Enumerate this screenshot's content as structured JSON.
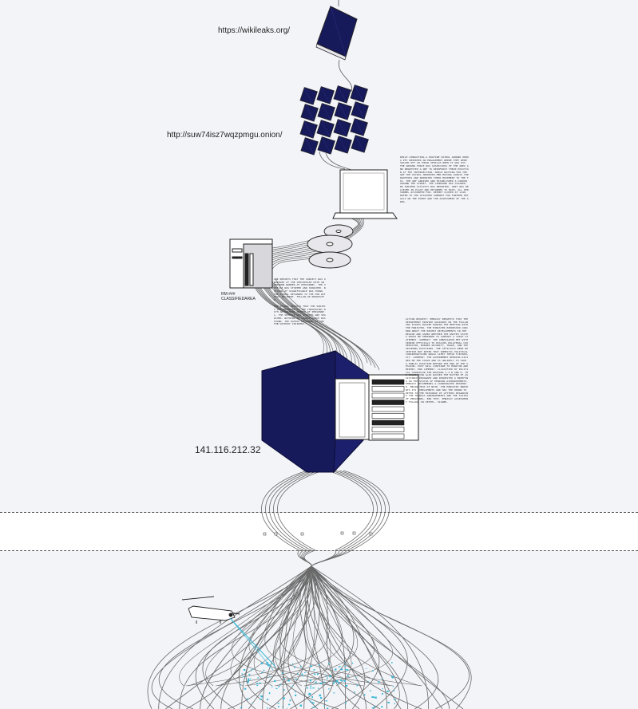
{
  "labels": {
    "wikileaks_url": "https://wikileaks.org/",
    "onion_url": "http://suw74isz7wqzpmgu.onion/",
    "ip_address": "141.116.212.32",
    "room_line1": "RM ###",
    "room_line2": "CLASSIFIEDAREA"
  },
  "texts": {
    "laptop_notes": "WHILE CONDUCTING A ROUTINE PATROL AROUND 0800 A PFC OBSERVED AN ENGAGEMENT WHERE THEY WERE SEALED OFF IN THEIR VEHICLE WHEN IT WAS HIT. THE GROUND FORCE WAS SUSPICIOUS OF THE AREA AND REQUESTED A QRF TO REINFORCE THEIR POSITION AT THE INTERSECTION. WHILE WAITING FOR THE QRF THE PATROL OBSERVED MEN MOVING ACROSS THE ROOFTOPS AND REPORTED THEIR MOVEMENT TO THE TOC. THE QRF ARRIVED AND ESTABLISHED A CORDON AROUND THE STREET. THE COMPOUND WAS CLEARED. NO FURTHER ACTIVITY WAS REPORTED. UNIT WAS RELIEVED IN PLACE AND RETURNED TO BASE. ALL PERSONNEL ACCOUNTED FOR. REPORT CLOSED AT 1140. REFER TO THE ATTACHED SUMMARY FOR FURTHER DETAILS ON THE EVENT AND THE ASSESSMENT OF THE AREA.",
    "server_notes_1": "ONE REPORTS THAT THE SUBJECT WAS OBSERVED AT THE CHECKPOINT WITH AN UNKNOWN NUMBER OF PERSONNEL. THE VEHICLE WAS STOPPED AND SEARCHED. NOTHING OF SIGNIFICANCE WAS FOUND. THE PATROL RETURNED TO THE FOB WITHOUT INCIDENT. FOLLOW-UP REQUESTED.",
    "server_notes_2": "THE PATROL REPORTS THAT THE SUBJECT WAS OBSERVED AT THE CHECKPOINT WITH AN UNKNOWN NUMBER OF PERSONNEL. THE VEHICLE WAS STOPPED AND SEARCHED. NOTHING OF SIGNIFICANCE WAS FOUND. THE PATROL RETURNED TO THE FOB WITHOUT INCIDENT.",
    "cable_notes": "ACTION REQUEST: EMBASSY REQUESTS THAT THE DEPARTMENT PROVIDE GUIDANCE ON THE FOLLOWING ISSUES RAISED DURING THE MEETING WITH THE MINISTER. THE MINISTER EXPRESSED CONCERN ABOUT THE RECENT DEVELOPMENTS IN THE REGION AND ASKED WHETHER THE UNITED STATES WOULD BE PREPARED TO SUPPORT A JOINT STATEMENT. SUMMARY: THE AMBASSADOR MET WITH SENIOR OFFICIALS TO DISCUSS BILATERAL COOPERATION, BORDER SECURITY, TRADE, AND THE UPCOMING ELECTIONS. THE OFFICIALS WERE RECEPTIVE BUT NOTED THAT DOMESTIC POLITICAL CONSIDERATIONS WOULD LIMIT THEIR FLEXIBILITY. COMMENT: THE GOVERNMENT REMAINS DIVIDED ON THE ISSUE AND IS UNLIKELY TO TAKE A PUBLIC POSITION BEFORE THE END OF THE SESSION. POST WILL CONTINUE TO MONITOR AND REPORT. END COMMENT. CLASSIFIED BY POLITICAL COUNSELOR FOR REASONS 1.4 B AND D. THE DELEGATION ALSO RAISED THE MATTER OF ASSISTANCE PROGRAMS AND REQUESTED A BRIEFING ON THE STATUS OF PENDING DISBURSEMENTS. EMBASSY RECOMMENDS A COORDINATED RESPONSE. BEGIN TEXT OF NOTE. THE MINISTRY PRESENTS ITS COMPLIMENTS AND HAS THE HONOR TO REFER TO THE EXCHANGE OF LETTERS REGARDING THE TRANSIT ARRANGEMENTS AND THE STATUS OF PERSONNEL. END TEXT. EMBASSY ASSESSMENT FOLLOWS IN SEPTEL. SIGNED."
  },
  "colors": {
    "navy": "#16195a",
    "wire": "#5a5a5a",
    "background": "#f3f4f8",
    "cyan": "#3bb9d6"
  },
  "icons": [
    "book-icon",
    "document-tile-icon",
    "laptop-icon",
    "disc-icon",
    "desktop-tower-icon",
    "server-rack-icon",
    "helicopter-icon"
  ]
}
